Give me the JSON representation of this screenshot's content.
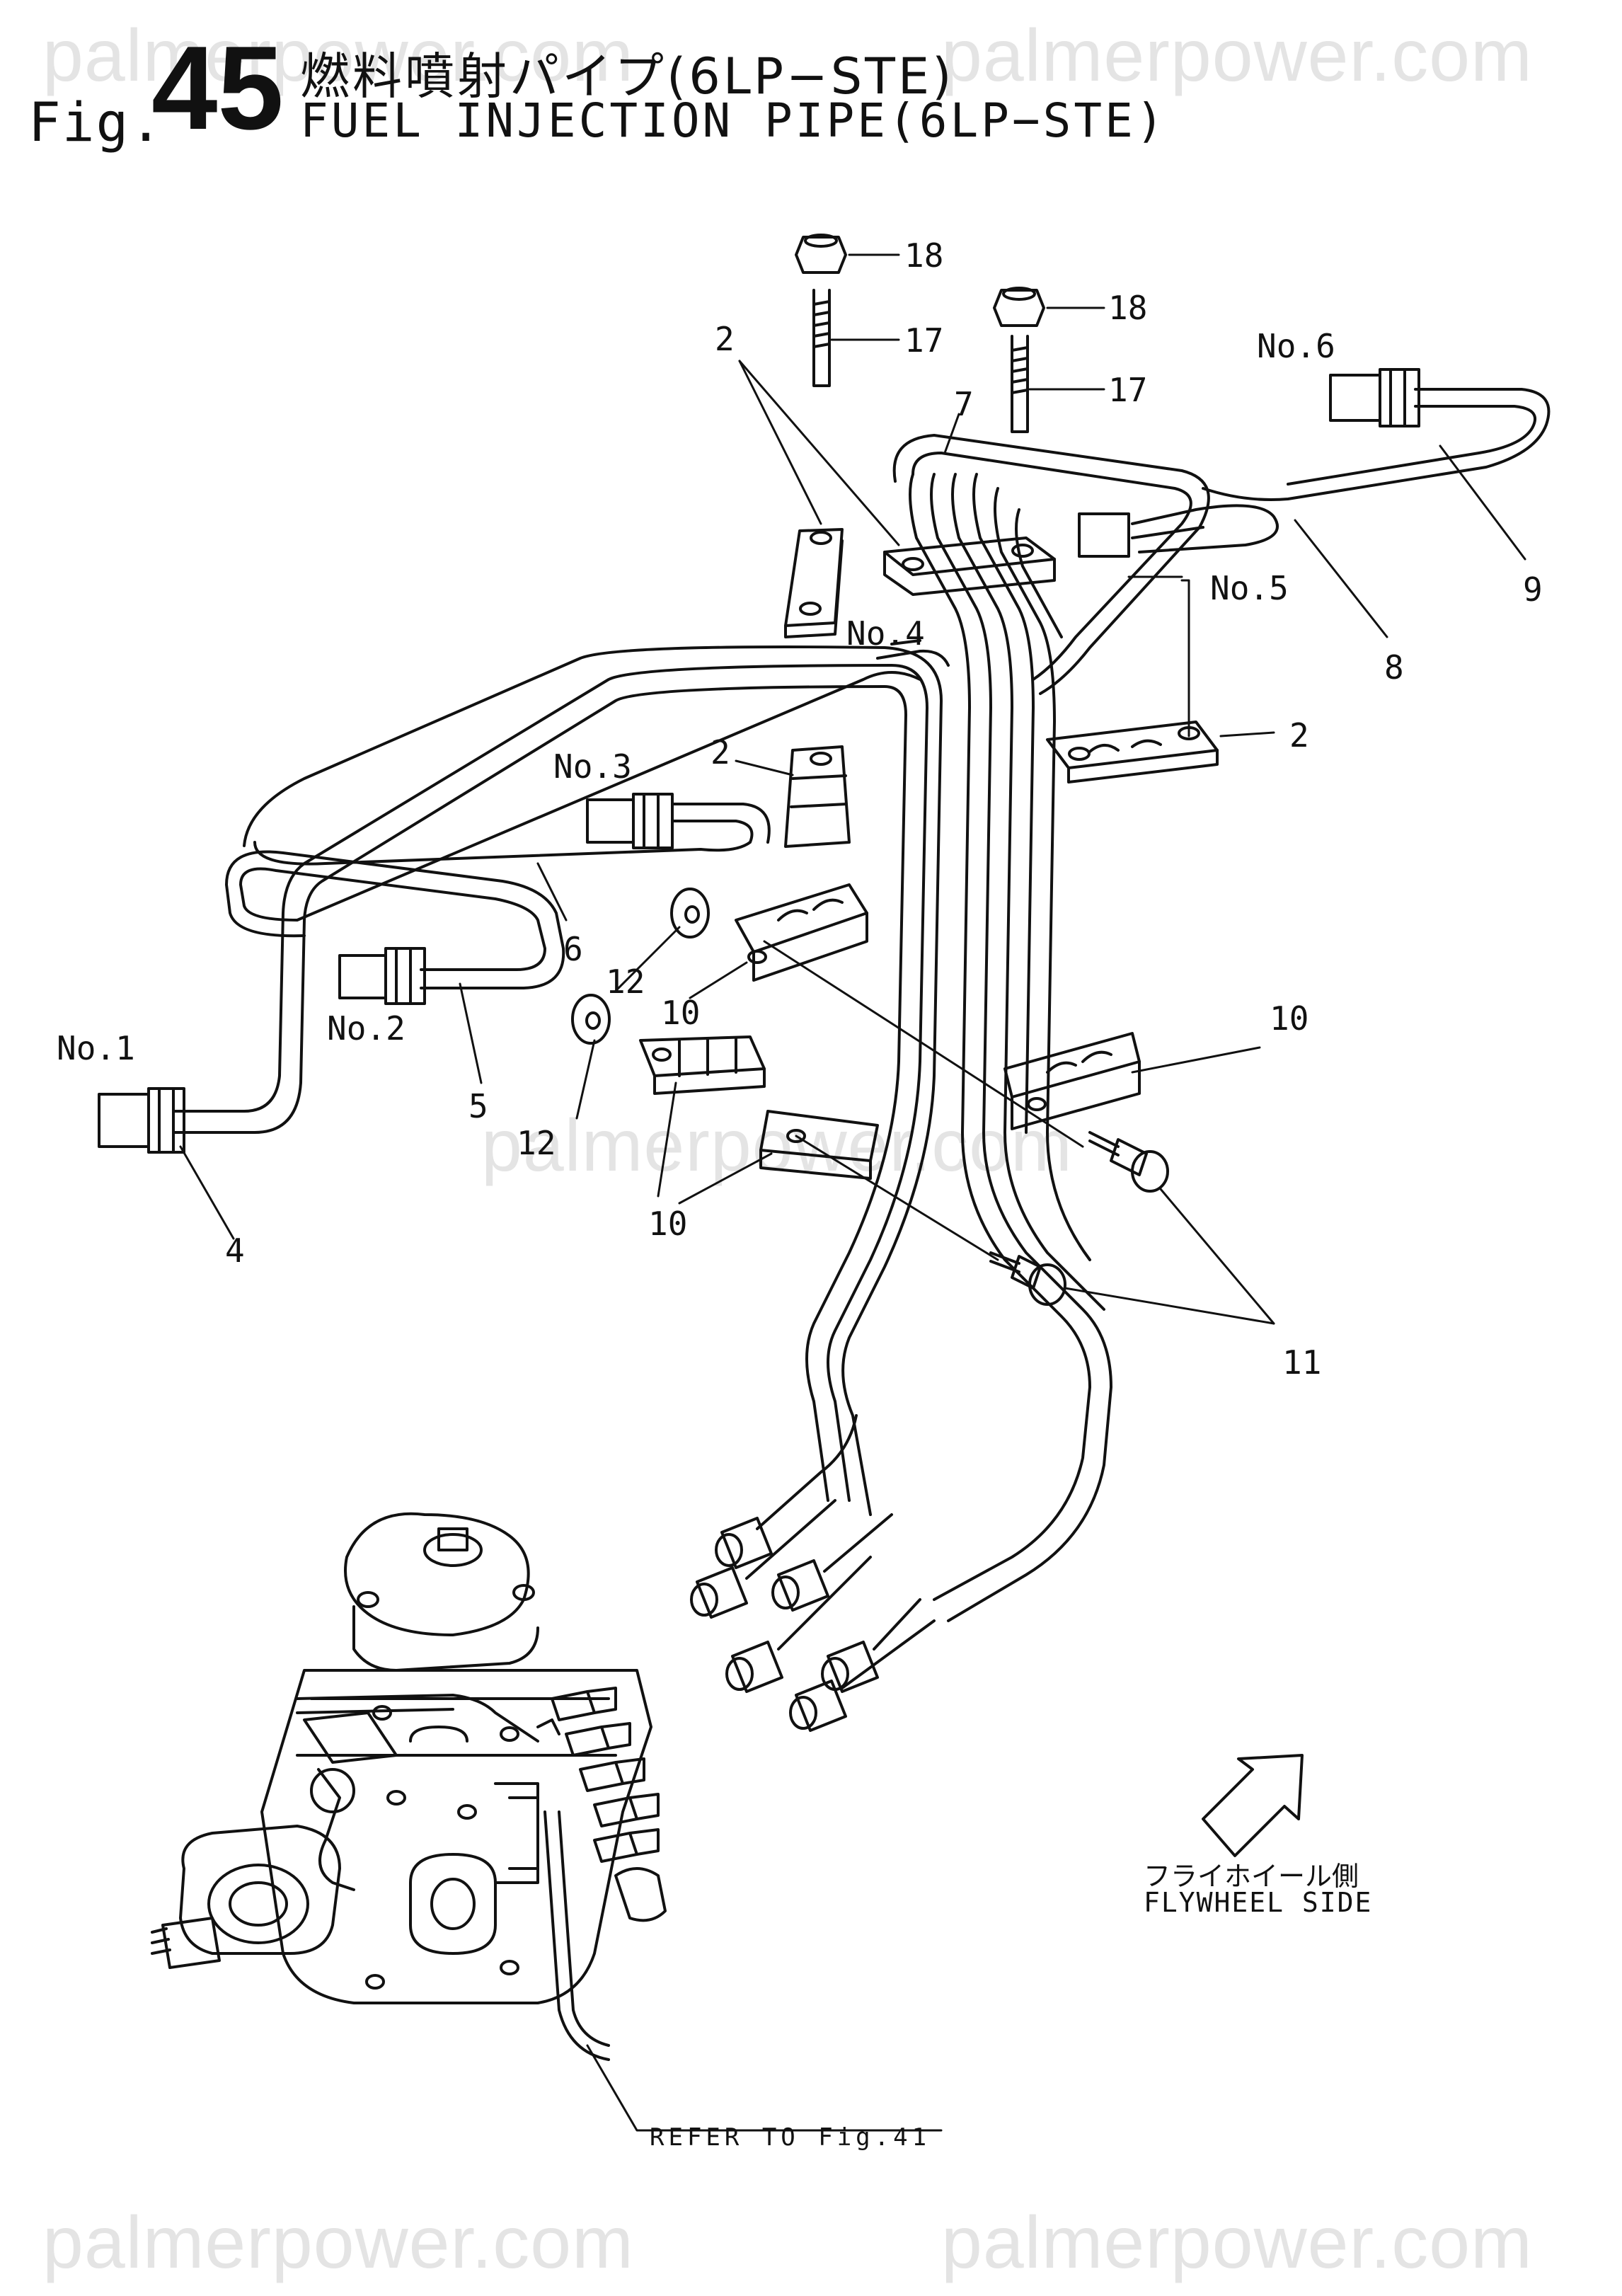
{
  "watermark": "palmerpower.com",
  "figure": {
    "prefix": "Fig.",
    "number": "45",
    "title_jp": "燃料噴射パイプ(6LP−STE)",
    "title_en": "FUEL INJECTION PIPE(6LP−STE)"
  },
  "callouts": [
    {
      "id": "c18a",
      "text": "18"
    },
    {
      "id": "c17a",
      "text": "17"
    },
    {
      "id": "c18b",
      "text": "18"
    },
    {
      "id": "c17b",
      "text": "17"
    },
    {
      "id": "c2a",
      "text": "2"
    },
    {
      "id": "c7",
      "text": "7"
    },
    {
      "id": "cno6",
      "text": "No.6"
    },
    {
      "id": "c9",
      "text": "9"
    },
    {
      "id": "cno5",
      "text": "No.5"
    },
    {
      "id": "c8",
      "text": "8"
    },
    {
      "id": "cno4",
      "text": "No.4"
    },
    {
      "id": "c2b",
      "text": "2"
    },
    {
      "id": "c2c",
      "text": "2"
    },
    {
      "id": "cno3",
      "text": "No.3"
    },
    {
      "id": "c6",
      "text": "6"
    },
    {
      "id": "c12a",
      "text": "12"
    },
    {
      "id": "c10a",
      "text": "10"
    },
    {
      "id": "cno2",
      "text": "No.2"
    },
    {
      "id": "cno1",
      "text": "No.1"
    },
    {
      "id": "c5",
      "text": "5"
    },
    {
      "id": "c12b",
      "text": "12"
    },
    {
      "id": "c10b",
      "text": "10"
    },
    {
      "id": "c10c",
      "text": "10"
    },
    {
      "id": "c4",
      "text": "4"
    },
    {
      "id": "c11",
      "text": "11"
    }
  ],
  "flywheel": {
    "label_jp": "フライホイール側",
    "label_en": "FLYWHEEL SIDE"
  },
  "refer": "REFER TO Fig.41",
  "colors": {
    "ink": "#111111",
    "watermark": "#e4e4e4"
  }
}
